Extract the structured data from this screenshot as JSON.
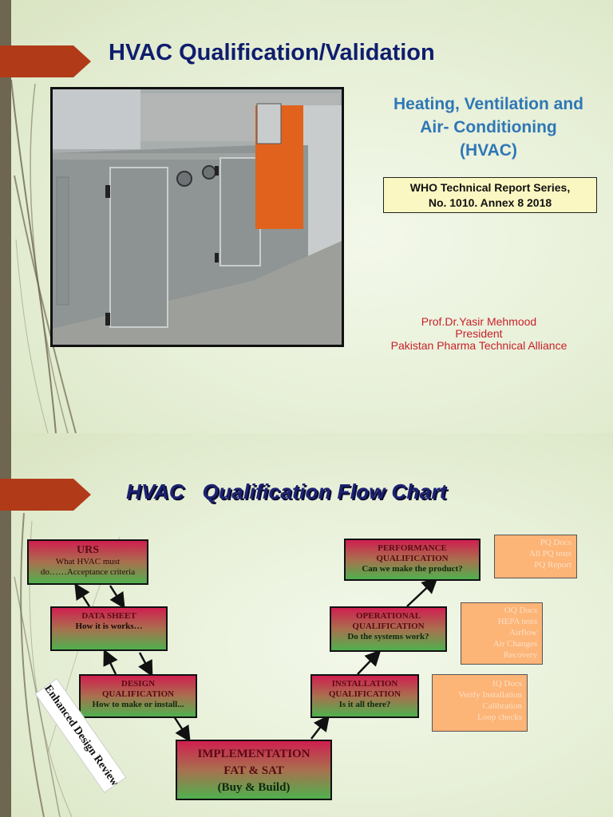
{
  "slide1": {
    "title": "HVAC Qualification/Validation",
    "subtitle_lines": [
      "Heating, Ventilation and",
      "Air- Conditioning",
      "(HVAC)"
    ],
    "reference_lines": [
      "WHO Technical Report Series,",
      "No. 1010.  Annex 8 2018"
    ],
    "author_lines": [
      "Prof.Dr.Yasir Mehmood",
      "President",
      "Pakistan Pharma Technical Alliance"
    ],
    "photo_alt": "Air handling unit with orange control panel",
    "colors": {
      "title": "#0f1d6e",
      "subtitle": "#2f77b5",
      "author": "#c8202a",
      "accent_tab": "#b13a18",
      "left_bar": "#6e6650"
    }
  },
  "slide2": {
    "title": "HVAC   Qualification Flow Chart",
    "side_label": "Enhanced Design Review",
    "boxes": {
      "urs": {
        "heading": "URS",
        "lines": [
          "What HVAC must",
          "do……Acceptance criteria"
        ]
      },
      "data_sheet": {
        "heading": "DATA SHEET",
        "lines": [
          "How it is works…"
        ]
      },
      "design_qualification": {
        "heading": "DESIGN",
        "heading2": "QUALIFICATION",
        "lines": [
          "How to make or install..."
        ]
      },
      "implementation": {
        "heading": "IMPLEMENTATION",
        "heading2": "FAT & SAT",
        "lines": [
          "(Buy & Build)"
        ]
      },
      "installation_qualification": {
        "heading": "INSTALLATION",
        "heading2": "QUALIFICATION",
        "lines": [
          "Is it all there?"
        ]
      },
      "operational_qualification": {
        "heading": "OPERATIONAL",
        "heading2": "QUALIFICATION",
        "lines": [
          "Do the systems work?"
        ]
      },
      "performance_qualification": {
        "heading": "PERFORMANCE",
        "heading2": "QUALIFICATION",
        "lines": [
          "Can we make the product?"
        ]
      }
    },
    "notes": {
      "pq": [
        "PQ Docs",
        "All PQ tests",
        "PQ Report"
      ],
      "oq": [
        "OQ Docs",
        "HEPA tests",
        "Airflow",
        "Air Changes",
        "Recovery"
      ],
      "iq": [
        "IQ Docs",
        "Verify Installation",
        "Calibration",
        "Loop checks"
      ]
    },
    "colors": {
      "title": "#1c2272",
      "box_top": "#d01f4f",
      "box_bottom": "#4fb04e",
      "note_bg": "#fcb477"
    }
  }
}
